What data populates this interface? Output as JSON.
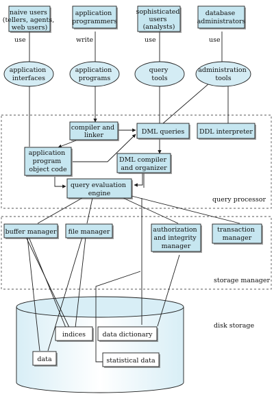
{
  "users": {
    "naive": [
      "naive users",
      "(tellers, agents,",
      "web users)"
    ],
    "programmers": [
      "application",
      "programmers"
    ],
    "sophisticated": [
      "sophisticated",
      "users",
      "(analysts)"
    ],
    "dba": [
      "database",
      "administrators"
    ]
  },
  "verbs": {
    "use1": "use",
    "write": "write",
    "use2": "use",
    "use3": "use"
  },
  "tools": {
    "app_interfaces": [
      "application",
      "interfaces"
    ],
    "app_programs": [
      "application",
      "programs"
    ],
    "query_tools": [
      "query",
      "tools"
    ],
    "admin_tools": [
      "administration",
      "tools"
    ]
  },
  "query_processor": {
    "compiler_linker": [
      "compiler and",
      "linker"
    ],
    "dml_queries": "DML queries",
    "ddl_interpreter": "DDL interpreter",
    "app_object_code": [
      "application",
      "program",
      "object code"
    ],
    "dml_compiler": [
      "DML compiler",
      "and organizer"
    ],
    "query_eval": [
      "query evaluation",
      "engine"
    ],
    "label": "query processor"
  },
  "storage_manager": {
    "buffer_manager": "buffer manager",
    "file_manager": "file manager",
    "auth_integrity": [
      "authorization",
      "and integrity",
      "manager"
    ],
    "transaction": [
      "transaction",
      "manager"
    ],
    "label": "storage manager"
  },
  "disk_storage": {
    "indices": "indices",
    "data_dictionary": "data dictionary",
    "data": "data",
    "statistical": "statistical data",
    "label": "disk storage"
  }
}
